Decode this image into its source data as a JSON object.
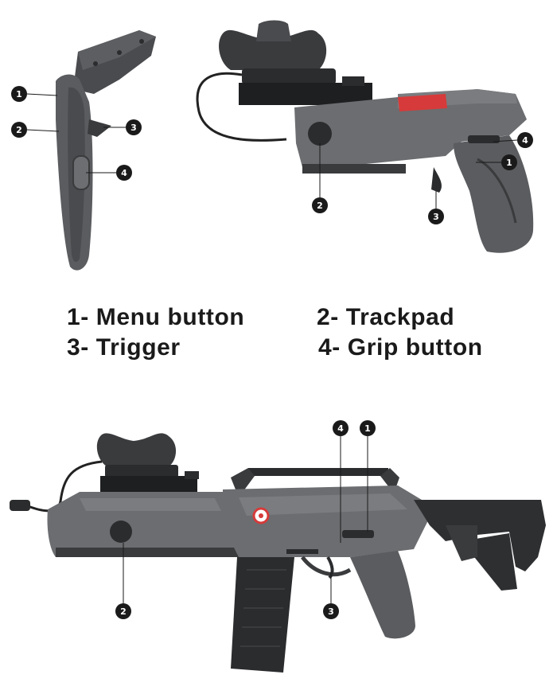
{
  "legend": {
    "item1": "1- Menu button",
    "item2": "2- Trackpad",
    "item3": "3- Trigger",
    "item4": "4- Grip button"
  },
  "callouts": {
    "menu": "1",
    "trackpad": "2",
    "trigger": "3",
    "grip": "4"
  },
  "colors": {
    "body_gray": "#6b6d70",
    "dark": "#2b2c2e",
    "accent_red": "#d63a3a",
    "callout": "#1a1a1a"
  },
  "figures": [
    "vive-controller",
    "vr-pistol",
    "vr-rifle"
  ]
}
